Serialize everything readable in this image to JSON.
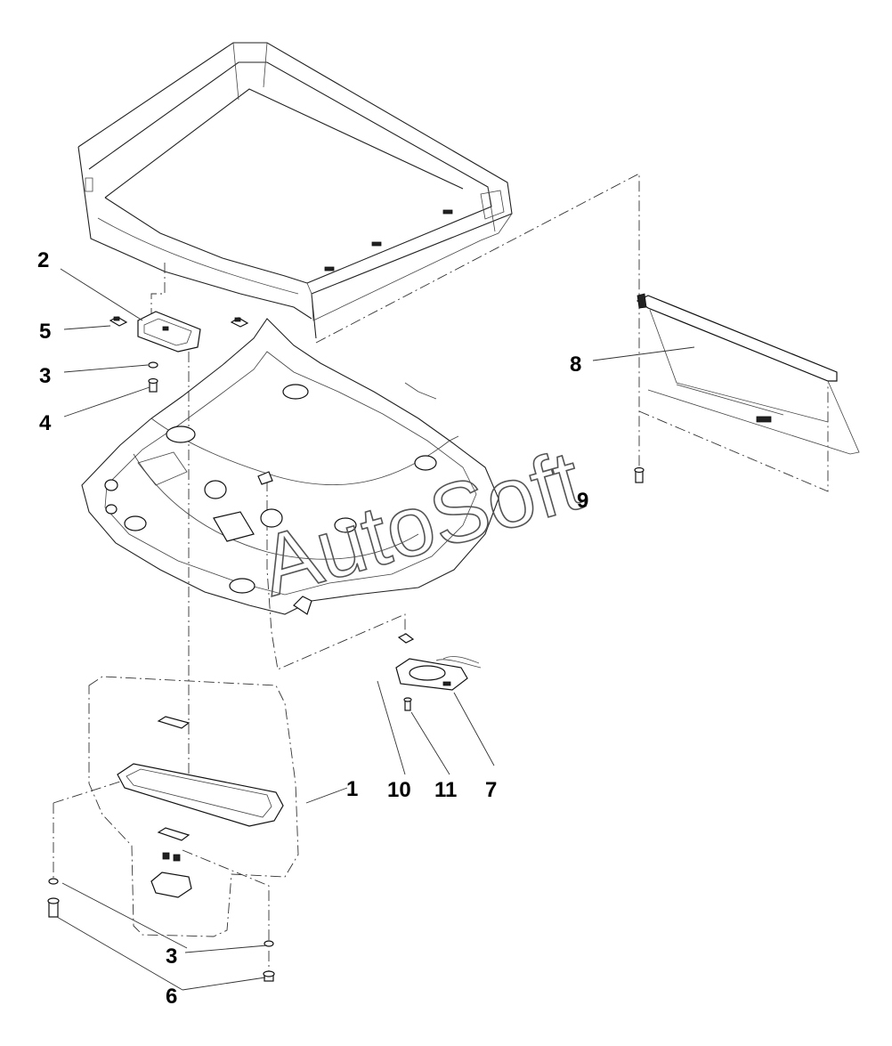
{
  "diagram": {
    "callouts": [
      {
        "id": "c1",
        "text": "1"
      },
      {
        "id": "c2",
        "text": "2"
      },
      {
        "id": "c3a",
        "text": "3"
      },
      {
        "id": "c3b",
        "text": "3"
      },
      {
        "id": "c4",
        "text": "4"
      },
      {
        "id": "c5",
        "text": "5"
      },
      {
        "id": "c6",
        "text": "6"
      },
      {
        "id": "c7",
        "text": "7"
      },
      {
        "id": "c8",
        "text": "8"
      },
      {
        "id": "c9",
        "text": "9"
      },
      {
        "id": "c10",
        "text": "10"
      },
      {
        "id": "c11",
        "text": "11"
      }
    ],
    "watermark": "AutoSoft"
  }
}
